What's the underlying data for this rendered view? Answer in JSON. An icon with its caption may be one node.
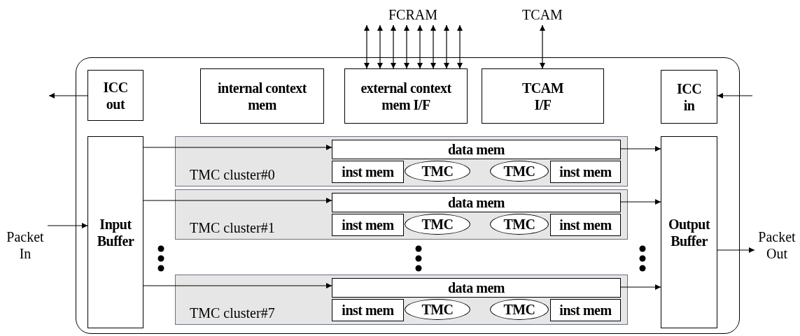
{
  "diagram": {
    "nodes": [
      {
        "text": [],
        "shape": "box"
      },
      {
        "text": [
          "FCRAM"
        ]
      },
      {
        "text": [
          "TCAM"
        ]
      },
      {
        "text": [
          "ICC out"
        ],
        "in": 0
      },
      {
        "text": [
          "internal context mem"
        ],
        "in": 0
      },
      {
        "text": [
          "external context mem I/F"
        ],
        "in": 0
      },
      {
        "text": [
          "TCAM I/F"
        ],
        "in": 0
      },
      {
        "text": [
          "ICC in"
        ],
        "in": 0
      },
      {
        "text": [
          "Input Buffer"
        ],
        "in": 0
      },
      {
        "text": [
          "TMC cluster#0"
        ],
        "in": 0
      },
      {
        "text": [
          "data mem"
        ],
        "in": 9
      },
      {
        "text": [
          "inst mem"
        ],
        "in": 9
      },
      {
        "text": [
          "TMC"
        ],
        "in": 9
      },
      {
        "text": [
          "TMC"
        ],
        "in": 9
      },
      {
        "text": [
          "inst mem"
        ],
        "in": 9
      },
      {
        "text": [
          "TMC cluster#1"
        ],
        "in": 0
      },
      {
        "text": [
          "data mem"
        ],
        "in": 15
      },
      {
        "text": [
          "inst mem"
        ],
        "in": 15
      },
      {
        "text": [
          "TMC"
        ],
        "in": 15
      },
      {
        "text": [
          "TMC"
        ],
        "in": 15
      },
      {
        "text": [
          "inst mem"
        ],
        "in": 15
      },
      {
        "text": [
          "TMC cluster#7"
        ],
        "in": 0
      },
      {
        "text": [
          "data mem"
        ],
        "in": 21
      },
      {
        "text": [
          "inst mem"
        ],
        "in": 21
      },
      {
        "text": [
          "TMC"
        ],
        "in": 21
      },
      {
        "text": [
          "TMC"
        ],
        "in": 21
      },
      {
        "text": [
          "inst mem"
        ],
        "in": 21
      },
      {
        "text": [
          "Output Buffer"
        ],
        "in": 0
      },
      {
        "text": [
          "Packet In"
        ]
      },
      {
        "text": [
          "Packet Out"
        ]
      }
    ],
    "edges": [
      {
        "from": 5,
        "to": 1,
        "arrow": "both"
      },
      {
        "from": 5,
        "to": 1,
        "arrow": "both"
      },
      {
        "from": 5,
        "to": 1,
        "arrow": "both"
      },
      {
        "from": 5,
        "to": 1,
        "arrow": "both"
      },
      {
        "from": 5,
        "to": 1,
        "arrow": "both"
      },
      {
        "from": 5,
        "to": 1,
        "arrow": "both"
      },
      {
        "from": 5,
        "to": 1,
        "arrow": "both"
      },
      {
        "from": 5,
        "to": 1,
        "arrow": "both"
      },
      {
        "from": 6,
        "to": 2,
        "arrow": "both"
      },
      {
        "from": 3,
        "to": null,
        "arrow": "to"
      },
      {
        "from": null,
        "to": 7,
        "arrow": "to"
      },
      {
        "from": 28,
        "to": 8,
        "arrow": "to"
      },
      {
        "from": 8,
        "to": 10,
        "arrow": "to"
      },
      {
        "from": 8,
        "to": 16,
        "arrow": "to"
      },
      {
        "from": 8,
        "to": 22,
        "arrow": "to"
      },
      {
        "from": 10,
        "to": 27,
        "arrow": "to"
      },
      {
        "from": 16,
        "to": 27,
        "arrow": "to"
      },
      {
        "from": 22,
        "to": 27,
        "arrow": "to"
      },
      {
        "from": 27,
        "to": 29,
        "arrow": "to"
      }
    ]
  }
}
